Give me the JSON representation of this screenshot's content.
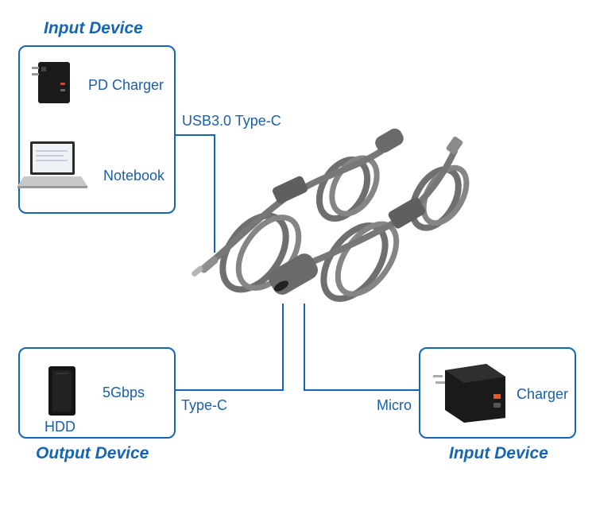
{
  "top_left": {
    "title": "Input Device",
    "items": [
      "PD Charger",
      "Notebook"
    ]
  },
  "bottom_left": {
    "title": "Output Device",
    "speed": "5Gbps",
    "device": "HDD"
  },
  "bottom_right": {
    "title": "Input Device",
    "device": "Charger"
  },
  "connections": {
    "top": "USB3.0 Type-C",
    "left_bottom": "Type-C",
    "right_bottom": "Micro"
  },
  "colors": {
    "accent": "#1565b5",
    "cable": "#7a7a7a"
  }
}
